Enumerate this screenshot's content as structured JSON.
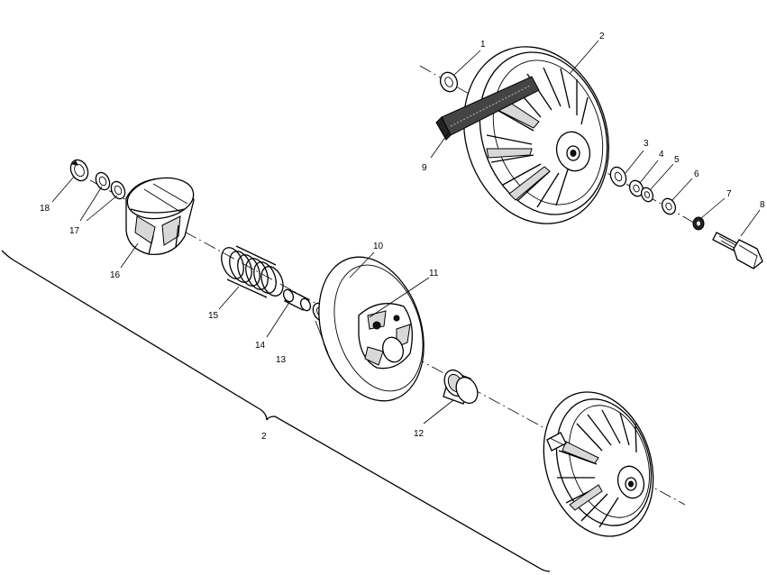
{
  "diagram": {
    "labels": {
      "p1": "1",
      "p2": "2",
      "p3": "3",
      "p4": "4",
      "p5": "5",
      "p6": "6",
      "p7": "7",
      "p8": "8",
      "p9": "9",
      "p10": "10",
      "p11": "11",
      "p12": "12",
      "p13": "13",
      "p14": "14",
      "p15": "15",
      "p16": "16",
      "p17": "17",
      "p18": "18",
      "assembly": "2"
    }
  }
}
